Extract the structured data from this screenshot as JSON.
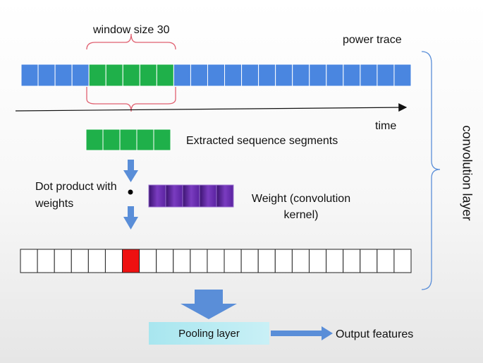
{
  "labels": {
    "window_size": "window size 30",
    "power_trace": "power trace",
    "time": "time",
    "extracted": "Extracted sequence segments",
    "dot_product": "Dot product with weights",
    "weight": "Weight (convolution kernel)",
    "pooling": "Pooling layer",
    "output": "Output features",
    "conv_layer": "convolution layer"
  },
  "colors": {
    "trace_blue": "#4a86e0",
    "window_green": "#1fb04a",
    "kernel_purple": "#6a2fa0",
    "highlight_red": "#ee1111",
    "arrow_blue": "#5a8ed8",
    "bracket_pink": "#e06070"
  },
  "trace": {
    "cell_count": 23,
    "highlight_start": 4,
    "highlight_count": 5
  },
  "segment": {
    "cell_count": 5
  },
  "kernel": {
    "cell_count": 5
  },
  "feature_map": {
    "cell_count": 23,
    "highlight_index": 6
  }
}
